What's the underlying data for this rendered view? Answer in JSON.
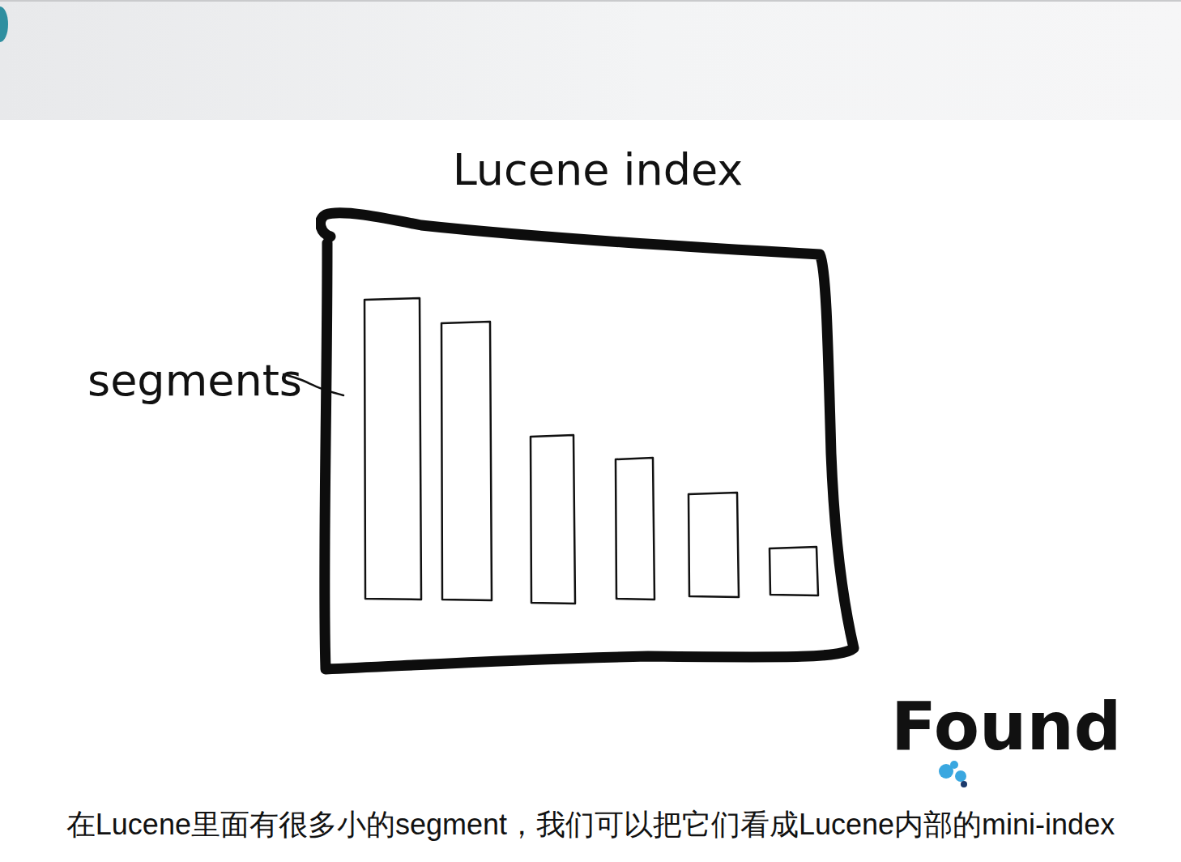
{
  "diagram": {
    "caption": "在Lucene里面有很多小的segment，我们可以把它们看成Lucene内部的mini-index",
    "nodes": [
      {
        "text": [
          "Lucene index"
        ]
      }
    ],
    "labels": [
      "segments",
      "Found"
    ]
  }
}
